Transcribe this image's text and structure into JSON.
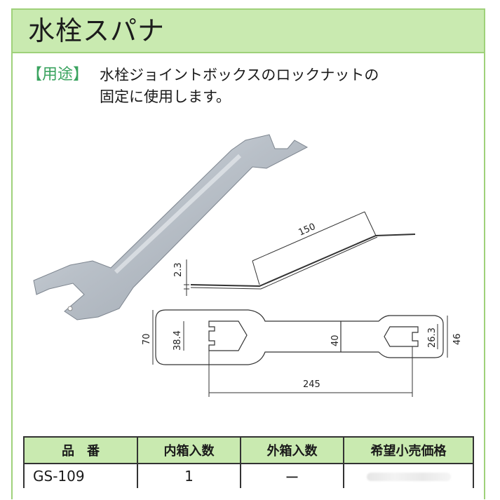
{
  "title": "水栓スパナ",
  "usage": {
    "tag": "【用途】",
    "line1": "水栓ジョイントボックスのロックナットの",
    "line2": "固定に使用します。"
  },
  "drawing": {
    "dims": {
      "length_top": "150",
      "thickness": "2.3",
      "height": "70",
      "jaw_large": "38.4",
      "handle_width": "40",
      "jaw_small": "26.3",
      "end_width": "46",
      "overall": "245"
    }
  },
  "table": {
    "headers": [
      "品　番",
      "内箱入数",
      "外箱入数",
      "希望小売価格"
    ],
    "row": {
      "part_no": "GS-109",
      "inner": "1",
      "outer": "ー"
    }
  }
}
